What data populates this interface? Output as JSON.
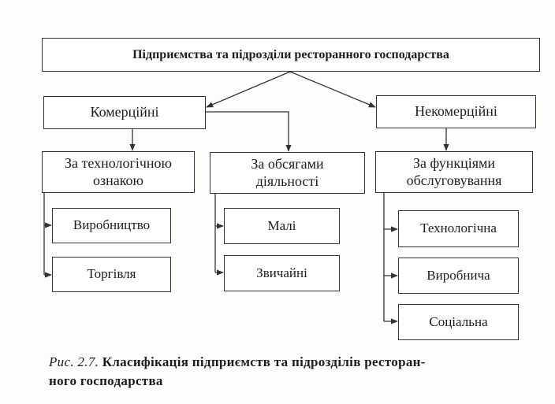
{
  "diagram": {
    "root": "Підприємства та підрозділи ресторанного господарства",
    "left_branch": "Комерційні",
    "right_branch": "Некомерційні",
    "group_technological": [
      "За технологічною",
      "ознакою"
    ],
    "group_volume": [
      "За обсягами",
      "діяльності"
    ],
    "group_function": [
      "За функціями",
      "обслуговування"
    ],
    "technological_items": [
      "Виробництво",
      "Торгівля"
    ],
    "volume_items": [
      "Малі",
      "Звичайні"
    ],
    "function_items": [
      "Технологічна",
      "Виробнича",
      "Соціальна"
    ]
  },
  "caption": {
    "figure_label": "Рис. 2.7.",
    "line1": "Класифікація підприємств та підрозділів ресторан-",
    "line2": "ного господарства"
  }
}
